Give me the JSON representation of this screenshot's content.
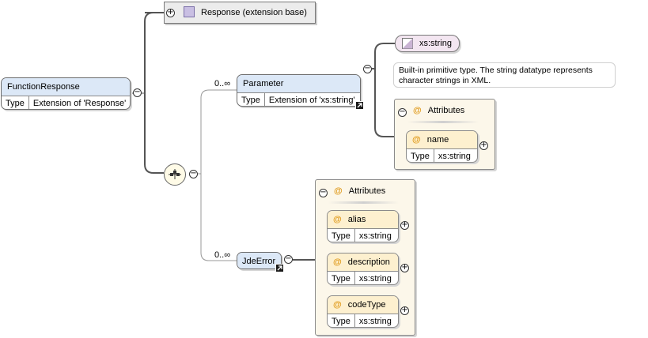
{
  "base_type": {
    "label": "Response (extension base)"
  },
  "root": {
    "name": "FunctionResponse",
    "type_key": "Type",
    "type_value": "Extension of 'Response'"
  },
  "parameter": {
    "occurrence": "0..∞",
    "name": "Parameter",
    "type_key": "Type",
    "type_value": "Extension of 'xs:string'"
  },
  "xs_string": {
    "label": "xs:string",
    "doc_line1": "Built-in primitive type. The string datatype represents",
    "doc_line2": "character strings in XML."
  },
  "parameter_attributes": {
    "title": "Attributes",
    "items": [
      {
        "name": "name",
        "type_key": "Type",
        "type_value": "xs:string"
      }
    ]
  },
  "jde_error": {
    "occurrence": "0..∞",
    "name": "JdeError"
  },
  "jde_error_attributes": {
    "title": "Attributes",
    "items": [
      {
        "name": "alias",
        "type_key": "Type",
        "type_value": "xs:string"
      },
      {
        "name": "description",
        "type_key": "Type",
        "type_value": "xs:string"
      },
      {
        "name": "codeType",
        "type_key": "Type",
        "type_value": "xs:string"
      }
    ]
  },
  "symbols": {
    "at": "@",
    "expand": "+",
    "collapse": "−"
  },
  "icons": [
    "plus-icon",
    "minus-icon",
    "sequence-compositor-icon",
    "link-arrow-icon",
    "simple-type-icon",
    "complex-type-icon"
  ]
}
